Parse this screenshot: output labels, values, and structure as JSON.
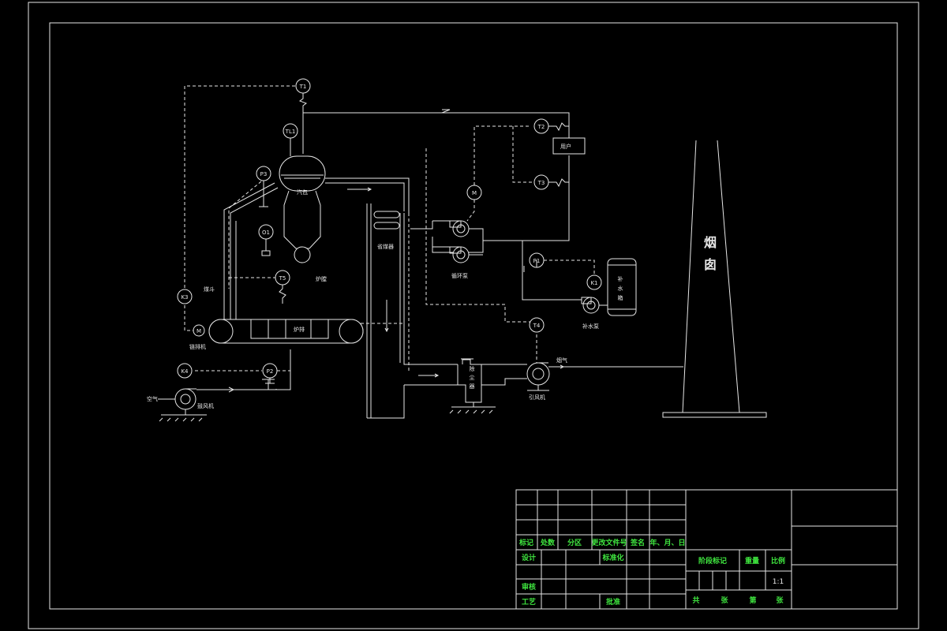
{
  "diagram": {
    "instruments": {
      "t1": "T1",
      "t2": "T2",
      "t3": "T3",
      "tl1": "TL1",
      "p3": "P3",
      "o1": "O1",
      "t5": "T5",
      "k3": "K3",
      "k4": "K4",
      "p2": "P2",
      "t4": "T4",
      "m": "M",
      "p1": "P1",
      "k1": "K1",
      "pump_mid": "M"
    },
    "labels": {
      "drum": "汽包",
      "furnace": "炉膛",
      "hopper": "煤斗",
      "grate": "炉排",
      "grate_motor": "链排机",
      "economizer": "省煤器",
      "circ_pump": "循环泵",
      "user": "用户",
      "water_tank_1": "补",
      "water_tank_2": "水",
      "water_tank_3": "箱",
      "makeup_pump": "补水泵",
      "dust_1": "除",
      "dust_2": "尘",
      "dust_3": "器",
      "id_fan": "引风机",
      "flue_gas": "烟气",
      "air": "空气",
      "fd_fan": "鼓风机",
      "chimney_1": "烟",
      "chimney_2": "囱"
    }
  },
  "title_block": {
    "row_headers": [
      "标记",
      "处数",
      "分区",
      "更改文件号",
      "签名",
      "年、月、日"
    ],
    "design": "设计",
    "standardization": "标准化",
    "review": "审核",
    "process": "工艺",
    "approve": "批准",
    "stage_mark": "阶段标记",
    "weight": "重量",
    "scale": "比例",
    "scale_value": "1:1",
    "sheets_total": "共",
    "sheets_unit1": "张",
    "sheet_no": "第",
    "sheets_unit2": "张"
  }
}
